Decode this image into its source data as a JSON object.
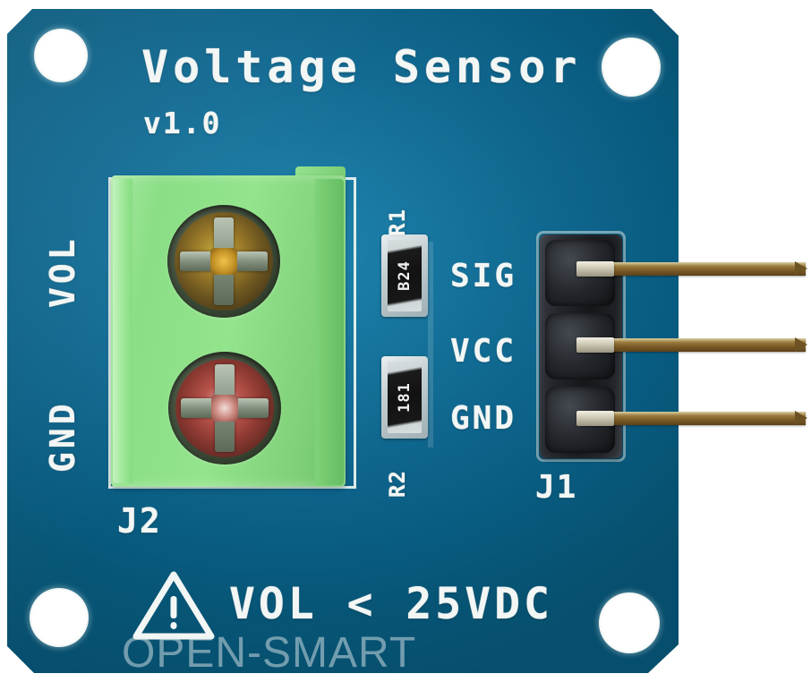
{
  "board": {
    "name": "voltage-sensor-pcb",
    "pcb_color": "#0a6a96",
    "silkscreen_color": "#f2f6f4",
    "title": "Voltage Sensor",
    "version": "v1.0",
    "watermark": "OPEN-SMART"
  },
  "silkscreen": {
    "left_labels": [
      {
        "id": "vol",
        "text": "VOL"
      },
      {
        "id": "gnd",
        "text": "GND"
      }
    ],
    "pin_labels": [
      {
        "id": "sig",
        "text": "SIG"
      },
      {
        "id": "vcc",
        "text": "VCC"
      },
      {
        "id": "gnd",
        "text": "GND"
      }
    ],
    "designators": [
      {
        "id": "j1",
        "text": "J1"
      },
      {
        "id": "j2",
        "text": "J2"
      },
      {
        "id": "r1",
        "text": "R1"
      },
      {
        "id": "r2",
        "text": "R2"
      }
    ],
    "warning": {
      "icon": "warning-triangle-icon",
      "text": "VOL < 25VDC"
    }
  },
  "components": {
    "terminal_block": {
      "designator": "J2",
      "color": "#8ade85",
      "screw_count": 2,
      "screws": [
        {
          "id": "screw-top",
          "head": "phillips",
          "tint": "#9c7b2a"
        },
        {
          "id": "screw-bottom",
          "head": "phillips",
          "tint": "#b8544c"
        }
      ]
    },
    "resistors": [
      {
        "designator": "R1",
        "marking": "B24"
      },
      {
        "designator": "R2",
        "marking": "181"
      }
    ],
    "pin_header": {
      "designator": "J1",
      "pin_count": 3,
      "housing_color": "#1d2024",
      "pin_color": "#9b7a3e",
      "pins": [
        "SIG",
        "VCC",
        "GND"
      ]
    },
    "mounting_holes": [
      {
        "id": "top-left"
      },
      {
        "id": "top-right"
      },
      {
        "id": "bottom-left"
      },
      {
        "id": "bottom-right"
      }
    ]
  }
}
